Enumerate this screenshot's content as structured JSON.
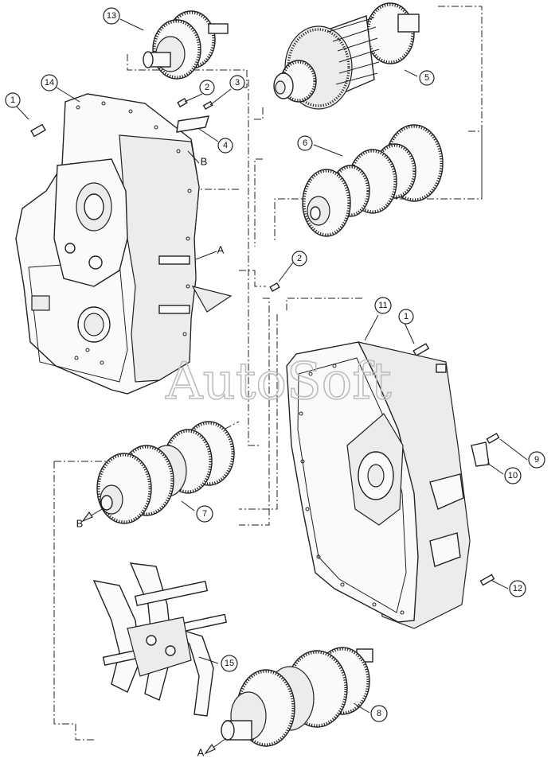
{
  "watermark": "AutoSoft",
  "callouts": [
    {
      "id": "c13",
      "label": "13"
    },
    {
      "id": "c14",
      "label": "14"
    },
    {
      "id": "c1a",
      "label": "1"
    },
    {
      "id": "c2a",
      "label": "2"
    },
    {
      "id": "c3",
      "label": "3"
    },
    {
      "id": "c4",
      "label": "4"
    },
    {
      "id": "c5",
      "label": "5"
    },
    {
      "id": "c6",
      "label": "6"
    },
    {
      "id": "c2b",
      "label": "2"
    },
    {
      "id": "c11",
      "label": "11"
    },
    {
      "id": "c1b",
      "label": "1"
    },
    {
      "id": "c9",
      "label": "9"
    },
    {
      "id": "c10",
      "label": "10"
    },
    {
      "id": "c7",
      "label": "7"
    },
    {
      "id": "c12",
      "label": "12"
    },
    {
      "id": "c15",
      "label": "15"
    },
    {
      "id": "c8",
      "label": "8"
    }
  ],
  "letters": [
    {
      "id": "lB1",
      "label": "B"
    },
    {
      "id": "lA1",
      "label": "A"
    },
    {
      "id": "lB2",
      "label": "B"
    },
    {
      "id": "lA2",
      "label": "A"
    }
  ]
}
